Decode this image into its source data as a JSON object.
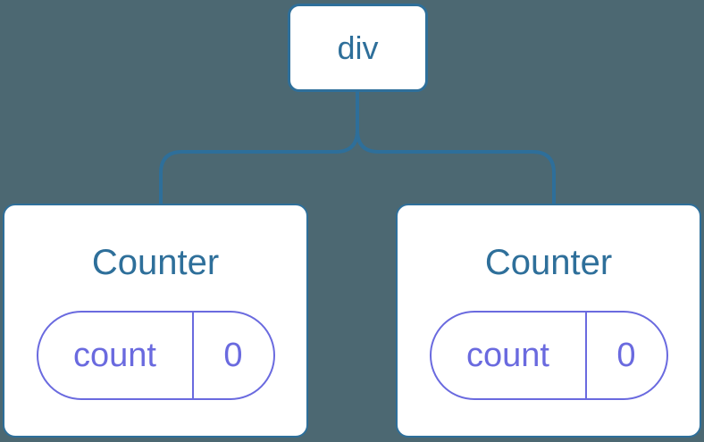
{
  "diagram": {
    "description": "component-tree",
    "root": {
      "label": "div"
    },
    "children": [
      {
        "title": "Counter",
        "state": {
          "key": "count",
          "value": "0"
        }
      },
      {
        "title": "Counter",
        "state": {
          "key": "count",
          "value": "0"
        }
      }
    ]
  },
  "colors": {
    "background": "#4C6872",
    "node_blue": "#2E6F9A",
    "state_purple": "#6A6ADF",
    "card_background": "#FFFFFF"
  }
}
